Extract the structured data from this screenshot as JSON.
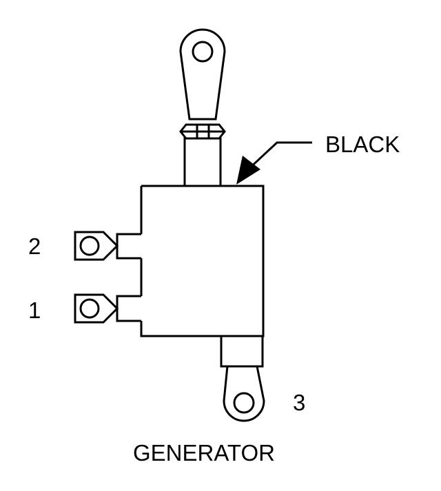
{
  "diagram": {
    "title": "GENERATOR",
    "callout": "BLACK",
    "terminals": {
      "t1": "1",
      "t2": "2",
      "t3": "3"
    },
    "colors": {
      "line": "#000000",
      "background": "#ffffff"
    }
  }
}
